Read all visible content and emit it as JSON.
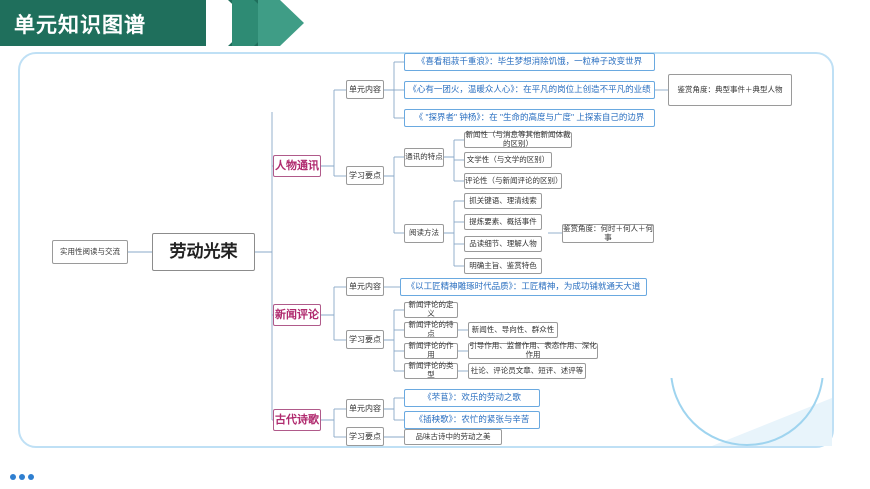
{
  "header": {
    "title": "单元知识图谱"
  },
  "diagram": {
    "pre_node": "实用性阅读与交流",
    "root": "劳动光荣",
    "branches": [
      {
        "name": "人物通讯",
        "groups": [
          {
            "label": "单元内容",
            "items": [
              "《喜看稻菽千重浪》：毕生梦想消除饥饿，一粒种子改变世界",
              "《心有一团火，温暖众人心》：在平凡的岗位上创造不平凡的业绩",
              "《 \"探界者\" 钟杨》：在 \"生命的高度与广度\" 上探索自己的边界"
            ],
            "note": "鉴赏角度：典型事件＋典型人物"
          },
          {
            "label": "学习要点",
            "subgroups": [
              {
                "label": "通讯的特点",
                "items": [
                  "新闻性（与消息等其他新闻体裁的区别）",
                  "文学性（与文学的区别）",
                  "评论性（与新闻评论的区别）"
                ]
              },
              {
                "label": "阅读方法",
                "items": [
                  "抓关键语、理清线索",
                  "提炼要素、概括事件",
                  "品读细节、理解人物",
                  "明确主旨、鉴赏特色"
                ],
                "note": "鉴赏角度：何时＋何人＋何事"
              }
            ]
          }
        ]
      },
      {
        "name": "新闻评论",
        "groups": [
          {
            "label": "单元内容",
            "items": [
              "《以工匠精神雕琢时代品质》：工匠精神，为成功铺就通天大道"
            ]
          },
          {
            "label": "学习要点",
            "rows": [
              {
                "left": "新闻评论的定义",
                "right": ""
              },
              {
                "left": "新闻评论的特点",
                "right": "新闻性、导向性、群众性"
              },
              {
                "left": "新闻评论的作用",
                "right": "引导作用、监督作用、表态作用、深化作用"
              },
              {
                "left": "新闻评论的类型",
                "right": "社论、评论员文章、短评、述评等"
              }
            ]
          }
        ]
      },
      {
        "name": "古代诗歌",
        "groups": [
          {
            "label": "单元内容",
            "items": [
              "《芣苢》：欢乐的劳动之歌",
              "《插秧歌》：农忙的紧张与辛苦"
            ]
          },
          {
            "label": "学习要点",
            "items": [
              "品味古诗中的劳动之美"
            ]
          }
        ]
      }
    ]
  }
}
